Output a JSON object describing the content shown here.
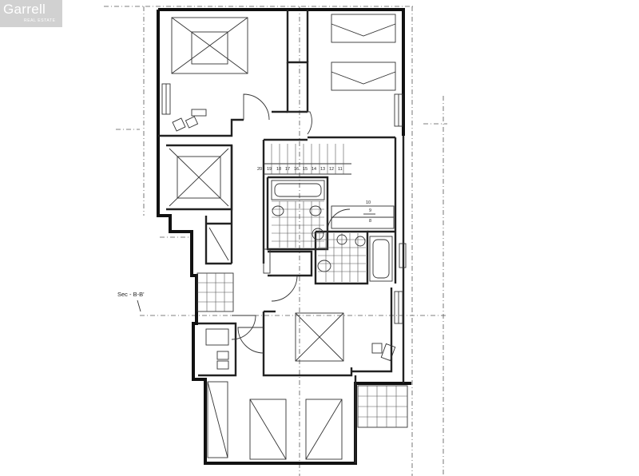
{
  "logo": {
    "brand": "Garrell",
    "tagline": "REAL ESTATE"
  },
  "plan": {
    "section_label": "Sec - B-B'",
    "stair_numbers": [
      "20",
      "19",
      "18",
      "17",
      "16",
      "15",
      "14",
      "13",
      "12",
      "11"
    ],
    "landing_number": "10",
    "step_numbers": [
      "9",
      "8"
    ]
  }
}
